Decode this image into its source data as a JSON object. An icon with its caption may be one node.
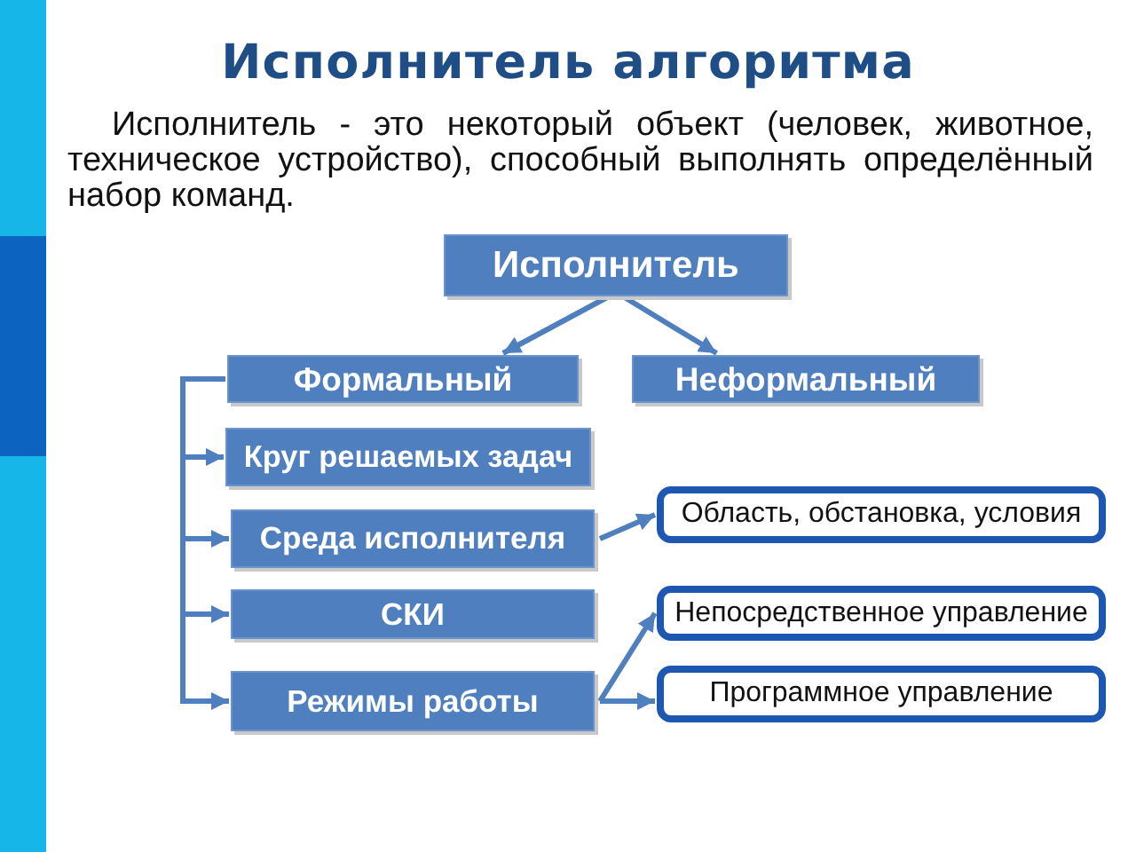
{
  "diagram": {
    "title": "Исполнитель алгоритма",
    "nodes": [
      {
        "text": [
          "Исполнитель"
        ]
      },
      {
        "text": [
          "Формальный"
        ]
      },
      {
        "text": [
          "Неформальный"
        ]
      },
      {
        "text": [
          "Круг решаемых задач"
        ]
      },
      {
        "text": [
          "Среда исполнителя"
        ]
      },
      {
        "text": [
          "СКИ"
        ]
      },
      {
        "text": [
          "Режимы работы"
        ]
      },
      {
        "text": [
          "Область, обстановка, условия"
        ]
      },
      {
        "text": [
          "Непосредственное управление"
        ]
      },
      {
        "text": [
          "Программное управление"
        ]
      }
    ],
    "edges": [
      {
        "from": 0,
        "to": 1,
        "arrow": "to"
      },
      {
        "from": 0,
        "to": 2,
        "arrow": "to"
      },
      {
        "from": 1,
        "to": 3,
        "arrow": "to"
      },
      {
        "from": 1,
        "to": 4,
        "arrow": "to"
      },
      {
        "from": 1,
        "to": 5,
        "arrow": "to"
      },
      {
        "from": 1,
        "to": 6,
        "arrow": "to"
      },
      {
        "from": 4,
        "to": 7,
        "arrow": "to"
      },
      {
        "from": 6,
        "to": 8,
        "arrow": "to"
      },
      {
        "from": 6,
        "to": 9,
        "arrow": "to"
      }
    ],
    "labels": [
      "Исполнитель - это некоторый объект (человек, животное, техническое устройство), способный выполнять определённый набор команд."
    ]
  }
}
